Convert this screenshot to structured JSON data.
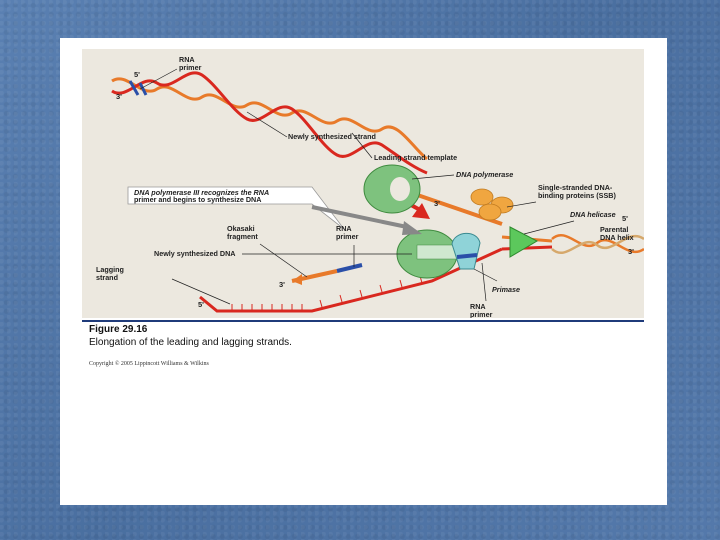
{
  "figure": {
    "labels": {
      "rna_primer_top": [
        "RNA",
        "primer"
      ],
      "newly_synth_strand": "Newly synthesized strand",
      "leading_template": "Leading strand template",
      "dna_polymerase": "DNA polymerase",
      "ssb": [
        "Single-stranded DNA-",
        "binding proteins (SSB)"
      ],
      "pol3_callout": [
        "DNA polymerase III recognizes the RNA",
        "primer and begins to synthesize DNA"
      ],
      "dna_helicase": "DNA helicase",
      "parental_helix": [
        "Parental",
        "DNA helix"
      ],
      "okazaki": [
        "Okasaki",
        "fragment"
      ],
      "rna_primer_mid": [
        "RNA",
        "primer"
      ],
      "newly_synth_dna": "Newly synthesized DNA",
      "lagging_strand": [
        "Lagging",
        "strand"
      ],
      "primase": "Primase",
      "rna_primer_bottom": [
        "RNA",
        "primer"
      ]
    },
    "primes": {
      "top_5": "5'",
      "top_3": "3'",
      "center_3": "3'",
      "right_5": "5'",
      "right_3": "3'",
      "okazaki_3": "3'",
      "lagging_5": "5'"
    }
  },
  "caption": {
    "title": "Figure 29.16",
    "text": "Elongation of the leading and lagging strands."
  },
  "copyright": "Copyright © 2005 Lippincott Williams & Wilkins"
}
